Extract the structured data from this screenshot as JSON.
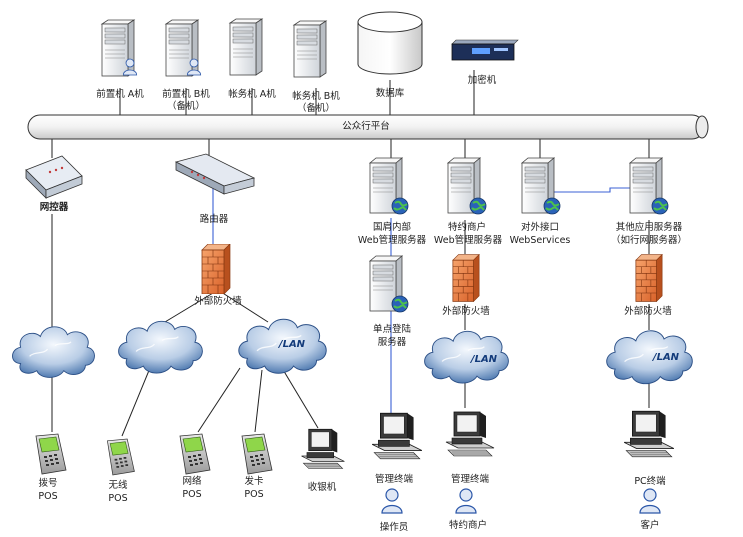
{
  "bus": {
    "label": "公众行平台"
  },
  "top_nodes": {
    "front_a": {
      "line1": "前置机 A机"
    },
    "front_b": {
      "line1": "前置机 B机",
      "line2": "（备机）"
    },
    "acct_a": {
      "line1": "帐务机 A机"
    },
    "acct_b": {
      "line1": "帐务机 B机",
      "line2": "（备机）"
    },
    "database": {
      "line1": "数据库"
    },
    "encryptor": {
      "line1": "加密机"
    }
  },
  "mid_nodes": {
    "gateway": {
      "line1": "网控器"
    },
    "router": {
      "line1": "路由器"
    },
    "firewall_left": {
      "line1": "外部防火墙"
    },
    "intranet_server": {
      "line1": "国肩内部",
      "line2": "Web管理服务器"
    },
    "merchant_server": {
      "line1": "特约商户",
      "line2": "Web管理服务器"
    },
    "external_interface": {
      "line1": "对外接口",
      "line2": "WebServices"
    },
    "other_server": {
      "line1": "其他应用服务器",
      "line2": "（如行网服务器）"
    },
    "sso_server": {
      "line1": "单点登陆",
      "line2": "服务器"
    },
    "firewall_mid": {
      "line1": "外部防火墙"
    },
    "firewall_right": {
      "line1": "外部防火墙"
    }
  },
  "clouds": {
    "lan_label": "/LAN"
  },
  "bottom_nodes": {
    "pos_dial": {
      "line1": "拨号",
      "line2": "POS"
    },
    "pos_wireless": {
      "line1": "无线",
      "line2": "POS"
    },
    "pos_network": {
      "line1": "网络",
      "line2": "POS"
    },
    "pos_card": {
      "line1": "发卡",
      "line2": "POS"
    },
    "cash_register": {
      "line1": "收银机"
    },
    "admin_terminal_1": {
      "line1": "管理终端"
    },
    "admin_terminal_2": {
      "line1": "管理终端"
    },
    "pc_terminal": {
      "line1": "PC终端"
    },
    "operator": {
      "line1": "操作员"
    },
    "merchant_user": {
      "line1": "特约商户"
    },
    "customer": {
      "line1": "客户"
    }
  },
  "colors": {
    "line_black": "#222222",
    "line_blue": "#3b62d6",
    "bus_fill": "#f2f2f2",
    "server_face": "#e9ecef",
    "cloud_light": "#eef4fb",
    "cloud_mid": "#a9c2e0",
    "cloud_dark": "#2f5f9e",
    "firewall": "#e5793a"
  }
}
